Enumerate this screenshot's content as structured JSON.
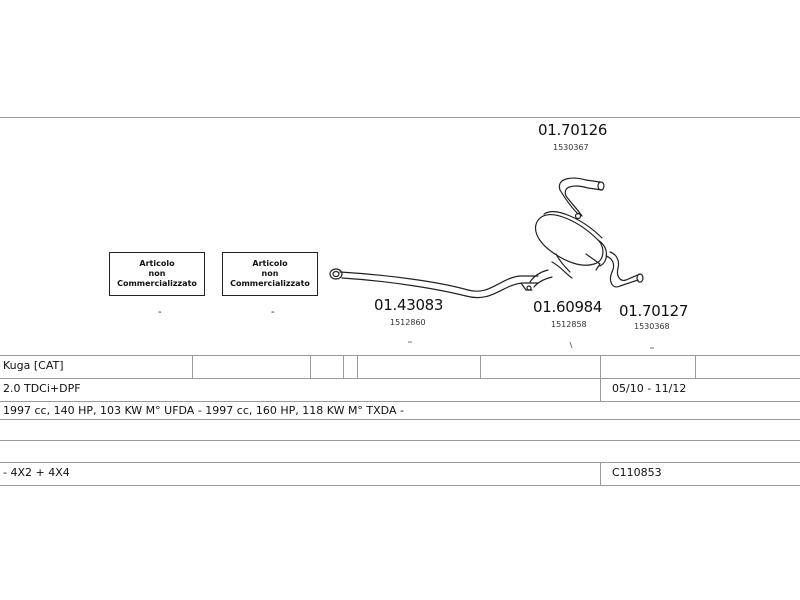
{
  "notes": [
    {
      "line1": "Articolo",
      "line2": "non",
      "line3": "Commercializzato",
      "mark": "-"
    },
    {
      "line1": "Articolo",
      "line2": "non",
      "line3": "Commercializzato",
      "mark": "-"
    }
  ],
  "parts": {
    "front_pipe": {
      "number": "01.43083",
      "ref": "1512860"
    },
    "rear_muffler": {
      "number": "01.60984",
      "ref": "1512858"
    },
    "tailpipe_upper": {
      "number": "01.70126",
      "ref": "1530367"
    },
    "tailpipe_lower": {
      "number": "01.70127",
      "ref": "1530368"
    }
  },
  "vehicle": {
    "model": "Kuga  [CAT]",
    "engine": "2.0 TDCi+DPF",
    "years": "05/10 - 11/12",
    "specs": "1997 cc, 140 HP, 103 KW M° UFDA -  1997 cc, 160 HP, 118 KW M° TXDA -",
    "drive": "- 4X2 + 4X4",
    "code": "C110853"
  }
}
